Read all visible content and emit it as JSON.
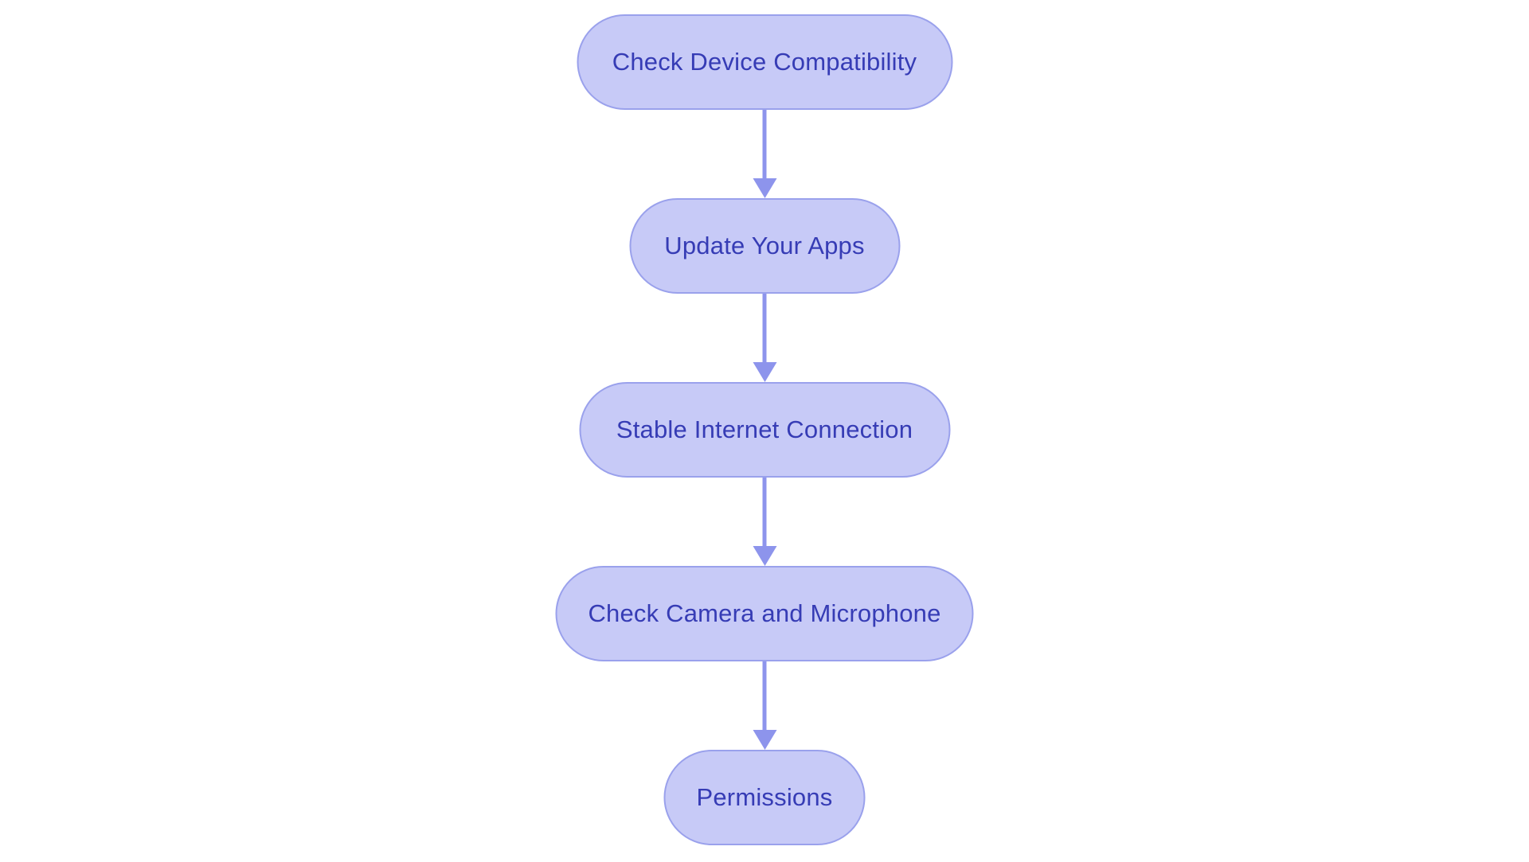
{
  "diagram": {
    "type": "flowchart",
    "direction": "top-down",
    "nodes": [
      {
        "id": "check-device-compatibility",
        "label": "Check Device Compatibility"
      },
      {
        "id": "update-your-apps",
        "label": "Update Your Apps"
      },
      {
        "id": "stable-internet-connection",
        "label": "Stable Internet Connection"
      },
      {
        "id": "check-camera-and-microphone",
        "label": "Check Camera and Microphone"
      },
      {
        "id": "permissions",
        "label": "Permissions"
      }
    ],
    "edges": [
      {
        "from": "Check Device Compatibility",
        "to": "Update Your Apps"
      },
      {
        "from": "Update Your Apps",
        "to": "Stable Internet Connection"
      },
      {
        "from": "Stable Internet Connection",
        "to": "Check Camera and Microphone"
      },
      {
        "from": "Check Camera and Microphone",
        "to": "Permissions"
      }
    ],
    "colors": {
      "background": "#ffffff",
      "node_fill": "#c7caf7",
      "node_border": "#9aa1ec",
      "node_text": "#363cb5",
      "arrow": "#8d94ec"
    }
  }
}
